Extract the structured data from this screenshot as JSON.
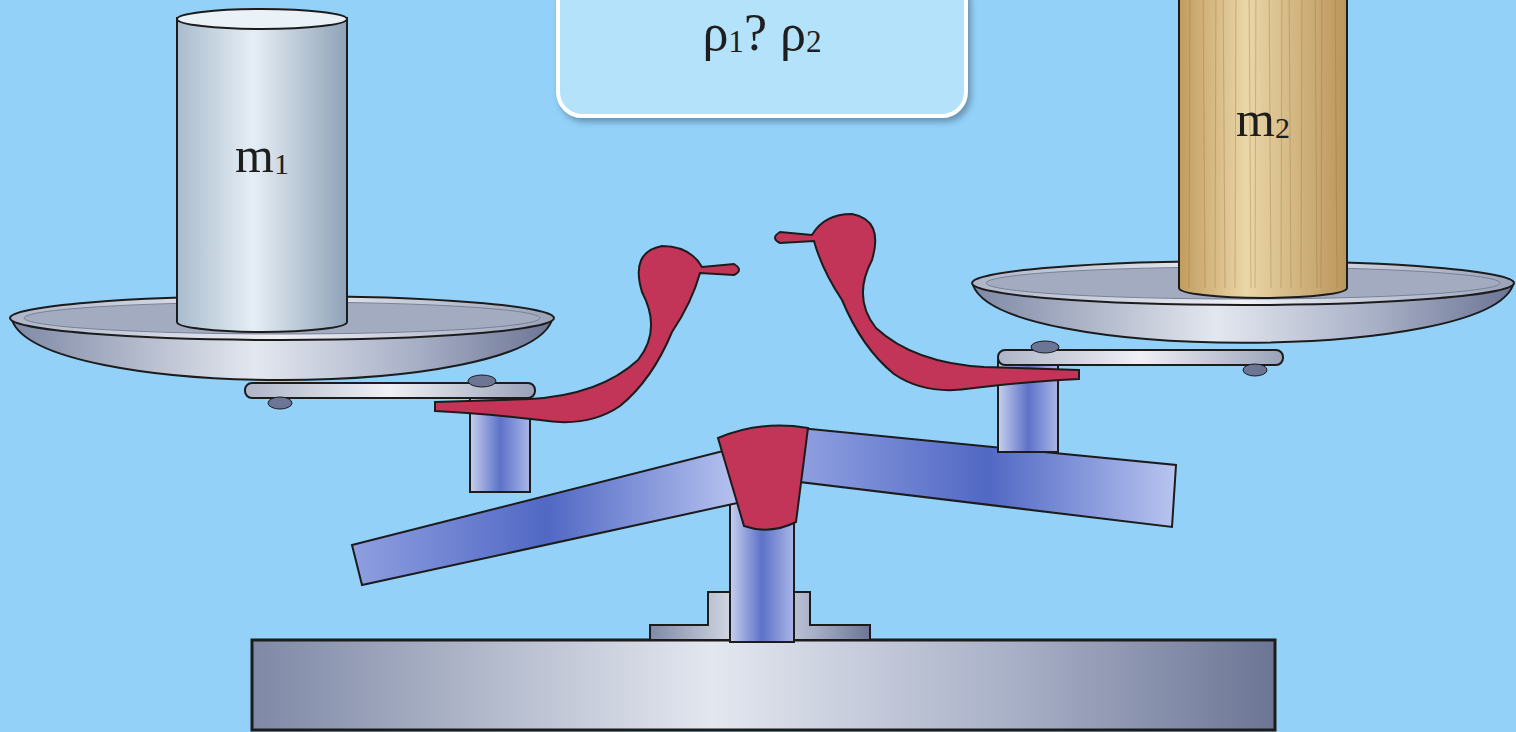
{
  "diagram": {
    "nodes": [
      {
        "text": [
          "ρ1? ρ2"
        ]
      },
      {
        "text": [
          "m1"
        ]
      },
      {
        "text": [
          "m2"
        ]
      }
    ]
  }
}
